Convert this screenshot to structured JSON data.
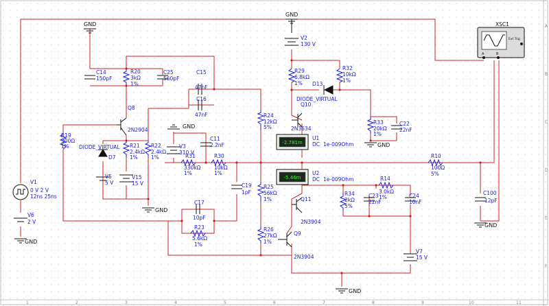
{
  "colors": {
    "wire": "#cc2020",
    "component": "#1a1ad8",
    "ground": "#111111",
    "meter_bg": "#1c2a1c",
    "meter_text": "#2cff2c",
    "grid": "#c8c8c8"
  },
  "grounds": {
    "label": "GND"
  },
  "components": {
    "V1": {
      "name": "V1",
      "value": "0 V 2 V",
      "timing": "12ns 25ns"
    },
    "V6": {
      "name": "V6",
      "value": "2 V"
    },
    "V2": {
      "name": "V2",
      "value": "130 V"
    },
    "V3": {
      "name": "V3",
      "value": "310 V"
    },
    "V5": {
      "name": "V5",
      "value": "5 V"
    },
    "V15": {
      "name": "V15",
      "value": "15 V"
    },
    "V7": {
      "name": "V7",
      "value": "15 V"
    },
    "C14": {
      "name": "C14",
      "value": "150pF"
    },
    "R20": {
      "name": "R20",
      "value": "3kΩ",
      "tol": "1%"
    },
    "C25": {
      "name": "C25",
      "value": "560pF"
    },
    "C15": {
      "name": "C15",
      "value": "47nF"
    },
    "C16": {
      "name": "C16",
      "value": "47nF"
    },
    "Q8": {
      "name": "Q8",
      "model": "2N2904"
    },
    "R19": {
      "name": "R19",
      "value": "300Ω",
      "tol": "1%"
    },
    "D7": {
      "name": "DIODE_VIRTUAL",
      "ref": "D7"
    },
    "R21": {
      "name": "R21",
      "value": "2.4kΩ",
      "tol": "1%"
    },
    "R22": {
      "name": "R22",
      "value": "2.4kΩ",
      "tol": "1%"
    },
    "C11": {
      "name": "C11",
      "value": "2.2nF"
    },
    "R31": {
      "name": "R31",
      "value": "330kΩ",
      "tol": "1%"
    },
    "R30": {
      "name": "R30",
      "value": "10kΩ",
      "tol": "1%"
    },
    "R24": {
      "name": "R24",
      "value": "12kΩ",
      "tol": "5%"
    },
    "R29": {
      "name": "R29",
      "value": "6.8kΩ",
      "tol": "1%"
    },
    "R32": {
      "name": "R32",
      "value": "10kΩ",
      "tol": "1%"
    },
    "D13": {
      "name": "D13",
      "model": "DIODE_VIRTUAL"
    },
    "Q10": {
      "name": "Q10",
      "model": "2N3634"
    },
    "R33": {
      "name": "R33",
      "value": "20kΩ",
      "tol": "1%"
    },
    "C22": {
      "name": "C22",
      "value": "22nF"
    },
    "R10": {
      "name": "R10",
      "value": "100Ω",
      "tol": "5%"
    },
    "C100": {
      "name": "C100",
      "value": "12pF"
    },
    "C19": {
      "name": "C19",
      "value": "1pF"
    },
    "R25": {
      "name": "R25",
      "value": "56kΩ",
      "tol": "1%"
    },
    "Q11": {
      "name": "Q11",
      "model": "2N3904"
    },
    "R34": {
      "name": "R34",
      "value": "2kΩ",
      "tol": "5%"
    },
    "C23": {
      "name": "C23",
      "value": "22nF"
    },
    "R14": {
      "name": "R14",
      "value": "3.0kΩ",
      "tol": "1%"
    },
    "C24": {
      "name": "C24",
      "value": "10nF"
    },
    "C17": {
      "name": "C17",
      "value": "10pF"
    },
    "R23": {
      "name": "R23",
      "value": "5.6kΩ",
      "tol": "1%"
    },
    "R26": {
      "name": "R26",
      "value": "27kΩ",
      "tol": "1%"
    },
    "Q9": {
      "name": "Q9",
      "model": "2N3904"
    }
  },
  "meters": {
    "U1": {
      "name": "U1",
      "reading": "-2.781m",
      "mode": "DC",
      "resistance": "1e-009Ohm"
    },
    "U2": {
      "name": "U2",
      "reading": "-5.46m",
      "mode": "DC",
      "resistance": "1e-009Ohm"
    }
  },
  "scope": {
    "name": "XSC1",
    "ch_a": "A",
    "ch_b": "B",
    "ext_trig": "Ext Trig"
  },
  "ruler": {
    "columns": [
      "1",
      "2",
      "3",
      "4",
      "5",
      "6",
      "7",
      "8",
      "9",
      "10",
      "11"
    ],
    "rows": [
      "A",
      "B",
      "C",
      "D",
      "E",
      "F"
    ]
  }
}
